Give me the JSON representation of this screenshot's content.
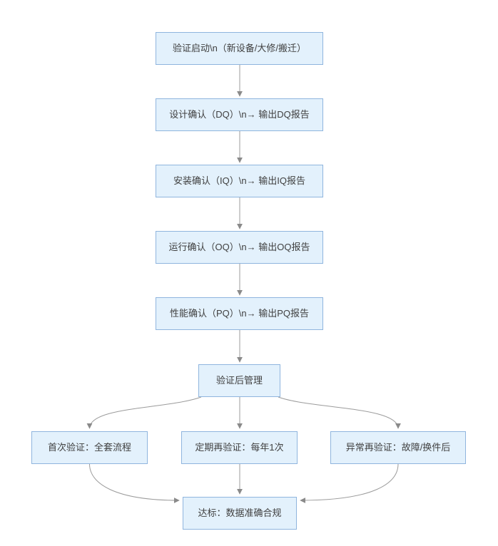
{
  "flowchart": {
    "title": "equipment-validation-flow",
    "colors": {
      "node_fill": "#e3f1fc",
      "node_border": "#8fb5de",
      "arrow_line": "#9b9b9b",
      "arrow_head": "#8a8a8a",
      "text": "#404040",
      "background": "#ffffff"
    },
    "nodes": [
      {
        "id": "start",
        "label": "验证启动\\n（新设备/大修/搬迁）"
      },
      {
        "id": "dq",
        "label": "设计确认（DQ）\\n→ 输出DQ报告"
      },
      {
        "id": "iq",
        "label": "安装确认（IQ）\\n→ 输出IQ报告"
      },
      {
        "id": "oq",
        "label": "运行确认（OQ）\\n→ 输出OQ报告"
      },
      {
        "id": "pq",
        "label": "性能确认（PQ）\\n→ 输出PQ报告"
      },
      {
        "id": "post",
        "label": "验证后管理"
      },
      {
        "id": "first",
        "label": "首次验证：全套流程"
      },
      {
        "id": "periodic",
        "label": "定期再验证：每年1次"
      },
      {
        "id": "abnormal",
        "label": "异常再验证：故障/换件后"
      },
      {
        "id": "final",
        "label": "达标：数据准确合规"
      }
    ],
    "edges": [
      {
        "from": "start",
        "to": "dq"
      },
      {
        "from": "dq",
        "to": "iq"
      },
      {
        "from": "iq",
        "to": "oq"
      },
      {
        "from": "oq",
        "to": "pq"
      },
      {
        "from": "pq",
        "to": "post"
      },
      {
        "from": "post",
        "to": "first"
      },
      {
        "from": "post",
        "to": "periodic"
      },
      {
        "from": "post",
        "to": "abnormal"
      },
      {
        "from": "first",
        "to": "final"
      },
      {
        "from": "periodic",
        "to": "final"
      },
      {
        "from": "abnormal",
        "to": "final"
      }
    ]
  }
}
